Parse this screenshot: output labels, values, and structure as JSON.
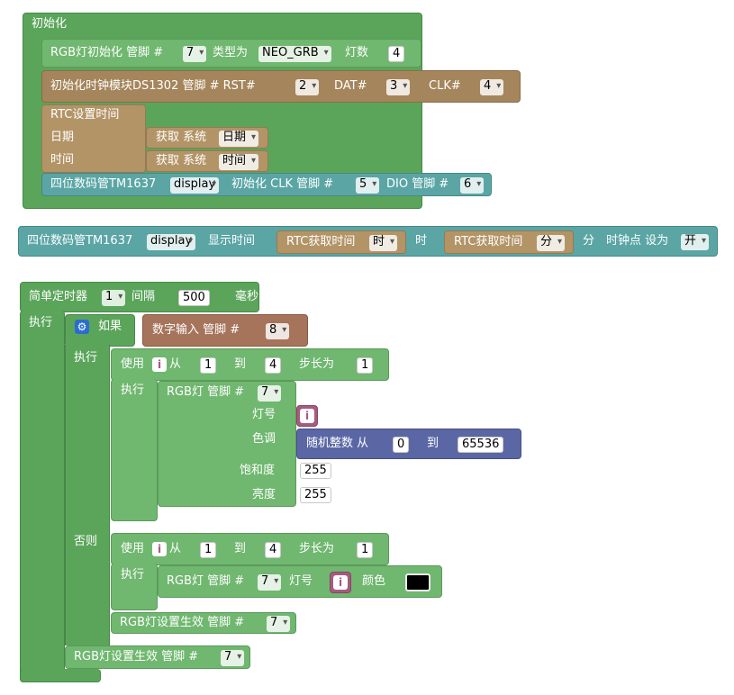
{
  "init": {
    "title": "初始化",
    "rgb_init": {
      "label": "RGB灯初始化  管脚 #",
      "pin": "7",
      "type_label": "类型为",
      "type": "NEO_GRB",
      "count_label": "灯数",
      "count": "4"
    },
    "ds1302": {
      "label": "初始化时钟模块DS1302 管脚 #  RST#",
      "rst": "2",
      "dat_label": "DAT#",
      "dat": "3",
      "clk_label": "CLK#",
      "clk": "4"
    },
    "rtc_set": {
      "label": "RTC设置时间",
      "date_label": "日期",
      "date_get": "获取 系统",
      "date_val": "日期",
      "time_label": "时间",
      "time_get": "获取 系统",
      "time_val": "时间"
    },
    "tm1637": {
      "label": "四位数码管TM1637",
      "var": "display",
      "init_label": "初始化  CLK  管脚 #",
      "clk": "5",
      "dio_label": "DIO  管脚 #",
      "dio": "6"
    }
  },
  "display_time": {
    "label": "四位数码管TM1637",
    "var": "display",
    "show_label": "显示时间",
    "rtc1": "RTC获取时间",
    "rtc1_val": "时",
    "hour_label": "时",
    "rtc2": "RTC获取时间",
    "rtc2_val": "分",
    "min_label": "分",
    "colon_label": "时钟点 设为",
    "colon_val": "开"
  },
  "timer": {
    "label": "简单定时器",
    "id": "1",
    "interval_label": "间隔",
    "interval": "500",
    "unit": "毫秒",
    "exec_label": "执行",
    "if_label": "如果",
    "digital_in": "数字输入 管脚 #",
    "pin": "8",
    "then_label": "执行",
    "else_label": "否则",
    "loop1": {
      "use": "使用",
      "var": "i",
      "from": "从",
      "start": "1",
      "to": "到",
      "end": "4",
      "step_label": "步长为",
      "step": "1",
      "do": "执行"
    },
    "rgb1": {
      "label": "RGB灯  管脚 #",
      "pin": "7",
      "lamp_label": "灯号",
      "var": "i",
      "hue_label": "色调",
      "random_label": "随机整数 从",
      "rand_from": "0",
      "rand_to_label": "到",
      "rand_to": "65536",
      "sat_label": "饱和度",
      "sat": "255",
      "bri_label": "亮度",
      "bri": "255"
    },
    "loop2": {
      "use": "使用",
      "var": "i",
      "from": "从",
      "start": "1",
      "to": "到",
      "end": "4",
      "step_label": "步长为",
      "step": "1",
      "do": "执行"
    },
    "rgb2": {
      "label": "RGB灯  管脚 #",
      "pin": "7",
      "lamp_label": "灯号",
      "var": "i",
      "color_label": "颜色"
    },
    "apply1": {
      "label": "RGB灯设置生效  管脚 #",
      "pin": "7"
    },
    "apply2": {
      "label": "RGB灯设置生效  管脚 #",
      "pin": "7"
    }
  },
  "colors": {
    "green": "#5ba55b",
    "brown": "#a5855b",
    "teal": "#5ba5a5",
    "red": "#a5745b",
    "purple": "#5b67a5",
    "magenta": "#a55b80"
  }
}
